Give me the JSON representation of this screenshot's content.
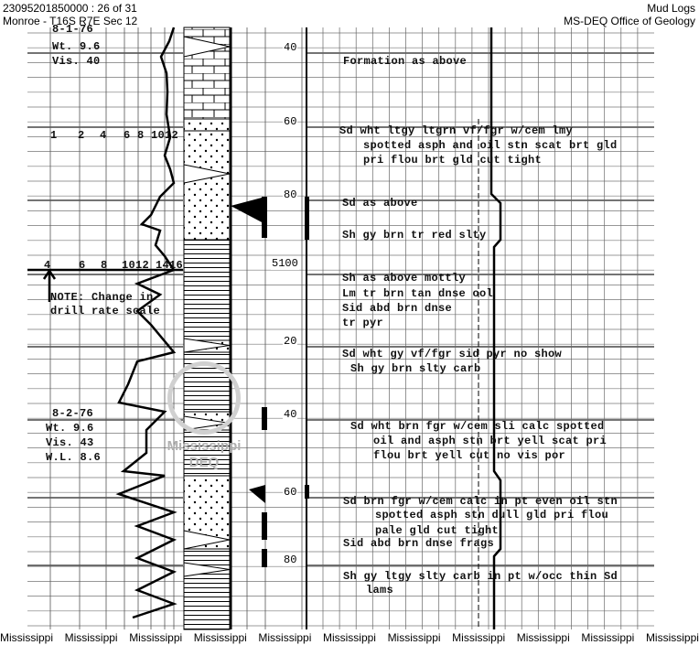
{
  "header": {
    "doc_id": "23095201850000 : 26 of 31",
    "location": "Monroe - T16S R7E Sec 12",
    "log_type": "Mud Logs",
    "agency": "MS-DEQ Office of Geology"
  },
  "watermark": {
    "text1": "Mississippi",
    "text2": "DEQ"
  },
  "left_track": {
    "mud1": {
      "date": "8-1-76",
      "wt": "Wt. 9.6",
      "vis": "Vis. 40"
    },
    "scale1": [
      "1",
      "2",
      "4",
      "6",
      "8",
      "1012"
    ],
    "scale2": [
      "4",
      "6",
      "8",
      "1012",
      "1416"
    ],
    "note1": "NOTE: Change in",
    "note2": "drill rate scale",
    "mud2": {
      "date": "8-2-76",
      "wt": "Wt.  9.6",
      "vis": "Vis.  43",
      "wl": "W.L. 8.6"
    }
  },
  "depths": [
    "40",
    "60",
    "80",
    "5100",
    "20",
    "40",
    "60",
    "80"
  ],
  "descriptions": [
    "Formation as above",
    "Sd wht ltgy ltgrn vf/fgr w/cem lmy",
    "spotted asph and oil stn scat brt gld",
    "pri flou brt gld cut tight",
    "Sd as above",
    "Sh gy brn tr red slty",
    "Sh as above mottly",
    "Lm tr brn tan dnse ool",
    "Sid abd brn dnse",
    "tr pyr",
    "Sd wht gy vf/fgr sid pyr no show",
    "Sh gy brn slty carb",
    "Sd wht brn fgr w/cem sli calc spotted",
    "oil and asph stn brt yell scat pri",
    "flou brt yell cut no vis por",
    "Sd brn fgr w/cem calc in pt even oil stn",
    "spotted asph stn dull gld pri flou",
    "pale gld cut tight",
    "Sid abd brn dnse frags",
    "Sh gy ltgy slty carb in pt w/occ thin Sd",
    "lams"
  ],
  "footer": [
    "Mississippi",
    "Mississippi",
    "Mississippi",
    "Mississippi",
    "Mississippi",
    "Mississippi",
    "Mississippi",
    "Mississippi",
    "Mississippi",
    "Mississippi",
    "Mississippi"
  ]
}
